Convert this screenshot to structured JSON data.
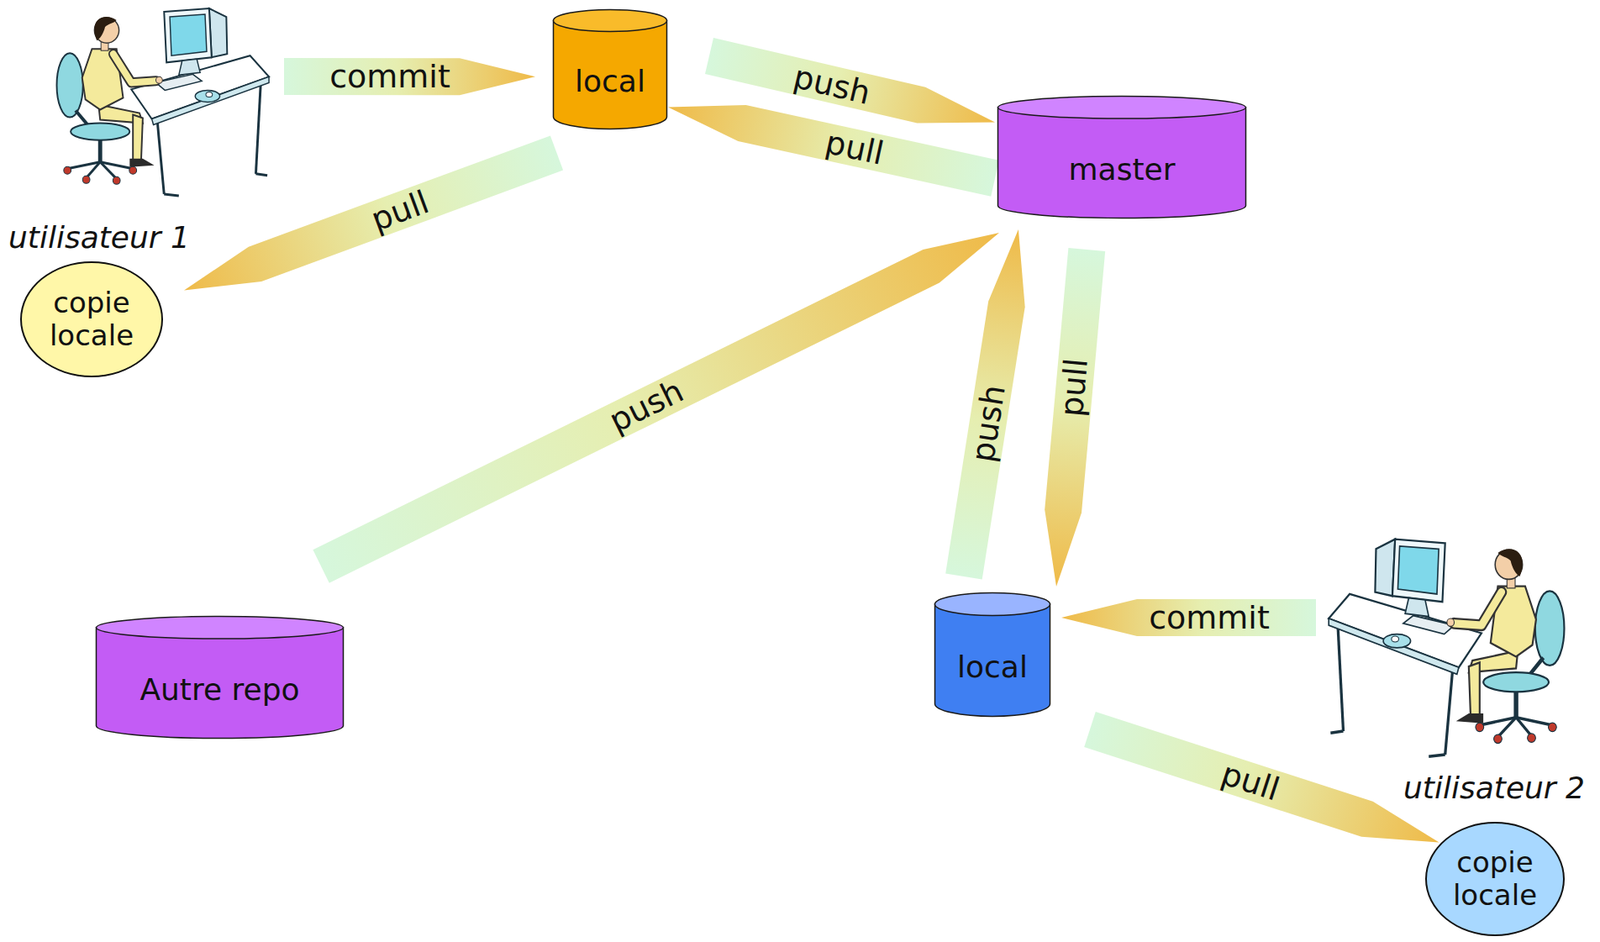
{
  "diagram": {
    "nodes": [
      {
        "text": [
          "utilisateur 1"
        ]
      },
      {
        "text": [
          "local"
        ]
      },
      {
        "text": [
          "master"
        ]
      },
      {
        "text": [
          "copie locale"
        ]
      },
      {
        "text": [
          "Autre repo"
        ]
      },
      {
        "text": [
          "local"
        ]
      },
      {
        "text": [
          "utilisateur 2"
        ]
      },
      {
        "text": [
          "copie locale"
        ]
      }
    ],
    "edges": [
      {
        "from": 0,
        "to": 1,
        "label": "commit",
        "arrow": "to"
      },
      {
        "from": 1,
        "to": 2,
        "label": "push",
        "arrow": "to"
      },
      {
        "from": 2,
        "to": 1,
        "label": "pull",
        "arrow": "to"
      },
      {
        "from": 1,
        "to": 3,
        "label": "pull",
        "arrow": "to"
      },
      {
        "from": 4,
        "to": 2,
        "label": "push",
        "arrow": "to"
      },
      {
        "from": 5,
        "to": 2,
        "label": "push",
        "arrow": "to"
      },
      {
        "from": 2,
        "to": 5,
        "label": "pull",
        "arrow": "to"
      },
      {
        "from": 6,
        "to": 5,
        "label": "commit",
        "arrow": "to"
      },
      {
        "from": 5,
        "to": 7,
        "label": "pull",
        "arrow": "to"
      }
    ]
  }
}
